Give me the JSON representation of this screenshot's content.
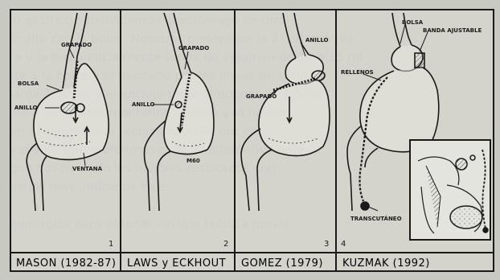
{
  "bleed_lines": [
    "lo gastrico subdividiendo el estómago en dos",
    "lo alto con la bolsa. Nosotros preferimos la 2ª alternativa",
    "ra y la bolsa inicialmente tenga un volumen de 10 a 15 ml",
    "rte a la bolsa y el marcado por las líneas de sutura",
    "larga 1,50 mt y el anclaje tiene alrededor de 1,5 cm",
    "mala absorción, mantener la bolsa y la banda",
    "en el diagrama la técnica descrita por el",
    "variante que preferimos es la 2ª alternativa para",
    "que nos ha dado los mejores resultados con",
    "de los más utilizados ente",
    "",
    "quirúrgica para obtener sin una técnica previa",
    ""
  ],
  "panels": [
    {
      "number": "1",
      "caption": "MASON (1982-87)",
      "labels": {
        "grapado": "GRAPADO",
        "bolsa": "BOLSA",
        "anillo": "ANILLO",
        "ventana": "VENTANA"
      }
    },
    {
      "number": "2",
      "caption": "LAWS y ECKHOUT",
      "labels": {
        "grapado": "GRAPADO",
        "anillo": "ANILLO",
        "note": "M60"
      }
    },
    {
      "number": "3",
      "caption": "GOMEZ (1979)",
      "labels": {
        "grapado": "GRAPADO",
        "anillo": "ANILLO"
      }
    },
    {
      "number": "4",
      "caption": "KUZMAK (1992)",
      "labels": {
        "bolsa": "BOLSA",
        "banda": "BANDA AJUSTABLE",
        "reservorio": "RELLENOS",
        "transcutaneo": "TRANSCUTÁNEO"
      }
    }
  ]
}
